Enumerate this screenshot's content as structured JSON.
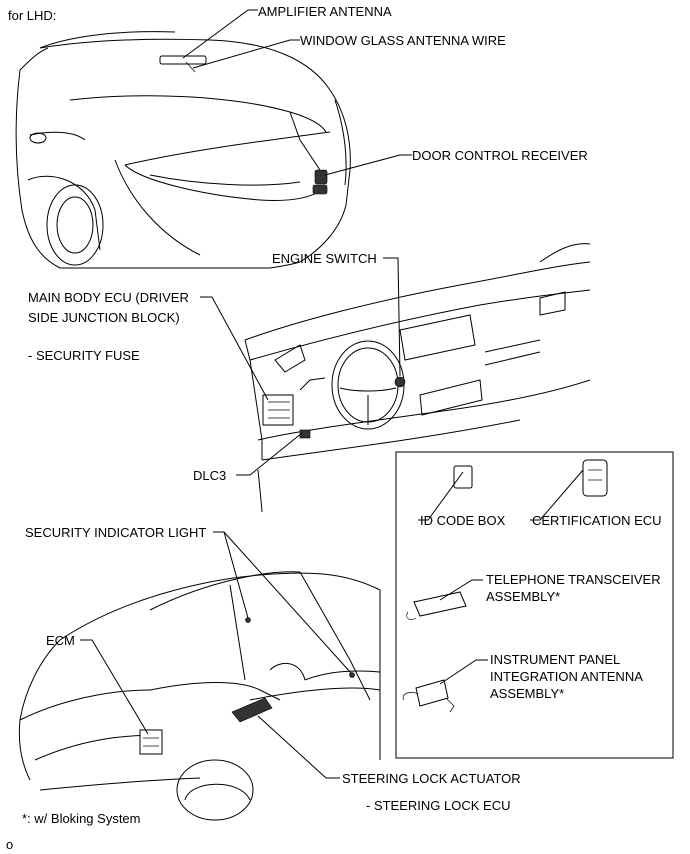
{
  "header": {
    "variant": "for LHD:"
  },
  "labels": {
    "amplifier_antenna": "AMPLIFIER ANTENNA",
    "window_glass_antenna_wire": "WINDOW GLASS ANTENNA WIRE",
    "door_control_receiver": "DOOR CONTROL RECEIVER",
    "engine_switch": "ENGINE SWITCH",
    "main_body_ecu_line1": "MAIN BODY ECU (DRIVER",
    "main_body_ecu_line2": "SIDE JUNCTION BLOCK)",
    "security_fuse": "- SECURITY FUSE",
    "dlc3": "DLC3",
    "id_code_box": "ID CODE BOX",
    "certification_ecu": "CERTIFICATION ECU",
    "security_indicator_light": "SECURITY INDICATOR LIGHT",
    "telephone_line1": "TELEPHONE TRANSCEIVER",
    "telephone_line2": "ASSEMBLY*",
    "ecm": "ECM",
    "instrument_line1": "INSTRUMENT PANEL",
    "instrument_line2": "INTEGRATION ANTENNA",
    "instrument_line3": "ASSEMBLY*",
    "steering_lock_actuator": "STEERING LOCK ACTUATOR",
    "steering_lock_ecu": "- STEERING LOCK ECU"
  },
  "footnote": "*: w/ Bloking System",
  "page_mark": "o"
}
